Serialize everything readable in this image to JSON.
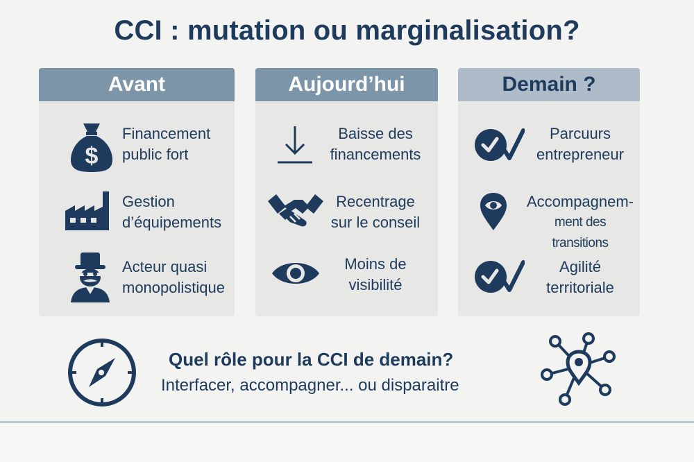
{
  "title": "CCI : mutation ou marginalisation?",
  "columns": [
    {
      "heading": "Avant",
      "items": [
        {
          "icon": "money-bag-icon",
          "line1": "Financement",
          "line2": "public fort"
        },
        {
          "icon": "factory-icon",
          "line1": "Gestion",
          "line2": "d’équipements"
        },
        {
          "icon": "top-hat-person-icon",
          "line1": "Acteur quasi",
          "line2": "monopolistique"
        }
      ]
    },
    {
      "heading": "Aujourd’hui",
      "items": [
        {
          "icon": "download-arrow-icon",
          "line1": "Baisse des",
          "line2": "financements"
        },
        {
          "icon": "handshake-icon",
          "line1": "Recentrage",
          "line2": "sur le conseil"
        },
        {
          "icon": "eye-icon",
          "line1": "Moins de",
          "line2": "visibilité"
        }
      ]
    },
    {
      "heading": "Demain ?",
      "items": [
        {
          "icon": "check-circle-icon",
          "line1": "Parcuurs",
          "line2": "entrepreneur"
        },
        {
          "icon": "map-pin-eye-icon",
          "line1": "Accompagnem-",
          "line2": "ment des transitions"
        },
        {
          "icon": "check-circle-icon",
          "line1": "Agilité",
          "line2": "territoriale"
        }
      ]
    }
  ],
  "bottom": {
    "question": "Quel rôle pour la CCI de demain?",
    "subline": "Interfacer, accompagner... ou disparaitre",
    "left_icon": "compass-icon",
    "right_icon": "network-pin-icon"
  },
  "colors": {
    "navy": "#1e3a5c",
    "header_blue": "#7c95a9",
    "header_light": "#aebcc9",
    "panel": "#e7e7e6",
    "background": "#f3f3f2"
  }
}
